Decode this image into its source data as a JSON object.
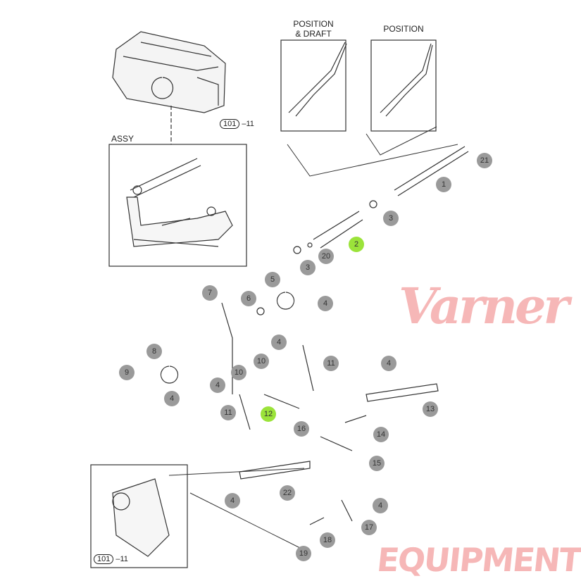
{
  "boxes": {
    "assy": "ASSY",
    "position_draft": "POSITION\n& DRAFT",
    "position": "POSITION"
  },
  "refs": [
    {
      "num": "101",
      "suffix": "–11"
    },
    {
      "num": "101",
      "suffix": "–11"
    }
  ],
  "watermark": {
    "script": "Varner",
    "block": "EQUIPMENT"
  },
  "highlight_color": "#9be33a",
  "callouts": [
    {
      "label": "21"
    },
    {
      "label": "1"
    },
    {
      "label": "3"
    },
    {
      "label": "2",
      "highlight": true
    },
    {
      "label": "20"
    },
    {
      "label": "3"
    },
    {
      "label": "5"
    },
    {
      "label": "6"
    },
    {
      "label": "4"
    },
    {
      "label": "7"
    },
    {
      "label": "4"
    },
    {
      "label": "10"
    },
    {
      "label": "8"
    },
    {
      "label": "11"
    },
    {
      "label": "9"
    },
    {
      "label": "10"
    },
    {
      "label": "4"
    },
    {
      "label": "4"
    },
    {
      "label": "4"
    },
    {
      "label": "12",
      "highlight": true
    },
    {
      "label": "11"
    },
    {
      "label": "13"
    },
    {
      "label": "16"
    },
    {
      "label": "14"
    },
    {
      "label": "15"
    },
    {
      "label": "22"
    },
    {
      "label": "4"
    },
    {
      "label": "4"
    },
    {
      "label": "17"
    },
    {
      "label": "18"
    },
    {
      "label": "19"
    }
  ]
}
